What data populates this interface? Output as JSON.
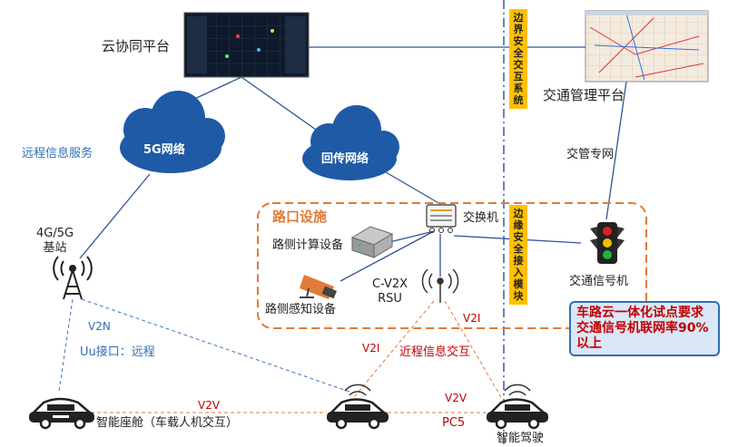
{
  "labels": {
    "cloud_platform": "云协同平台",
    "traffic_platform": "交通管理平台",
    "remote_service": "远程信息服务",
    "network_5g": "5G网络",
    "backhaul": "回传网络",
    "traffic_private_net": "交管专网",
    "base_station": "4G/5G\n基站",
    "intersection": "路口设施",
    "switch": "交换机",
    "roadside_compute": "路侧计算设备",
    "roadside_sensing": "路侧感知设备",
    "rsu": "C-V2X\nRSU",
    "signal": "交通信号机",
    "v2n": "V2N",
    "uu": "Uu接口：远程",
    "v2i_left": "V2I",
    "v2i_right": "V2I",
    "short_range": "近程信息交互",
    "v2v_left": "V2V",
    "v2v_right": "V2V",
    "pc5": "PC5",
    "cockpit": "智能座舱（车载人机交互）",
    "autodrive": "智能驾驶"
  },
  "vertical_labels": {
    "edge_exchange": "边界安全交互系统",
    "edge_access": "边缘安全接入模块"
  },
  "note": "车路云一体化试点要求交通信号机联网率90%以上",
  "colors": {
    "accent_blue": "#2f6fb5",
    "cloud_blue": "#1f5aa6",
    "orange": "#e07b39",
    "red": "#c00000",
    "yellow": "#ffc000"
  },
  "icons": [
    "map-screen-icon",
    "map-screen-icon",
    "cloud-icon",
    "cloud-icon",
    "switch-icon",
    "compute-box-icon",
    "camera-icon",
    "antenna-icon",
    "traffic-light-icon",
    "tower-icon",
    "car-icon",
    "car-icon",
    "car-icon",
    "wifi-icon"
  ]
}
